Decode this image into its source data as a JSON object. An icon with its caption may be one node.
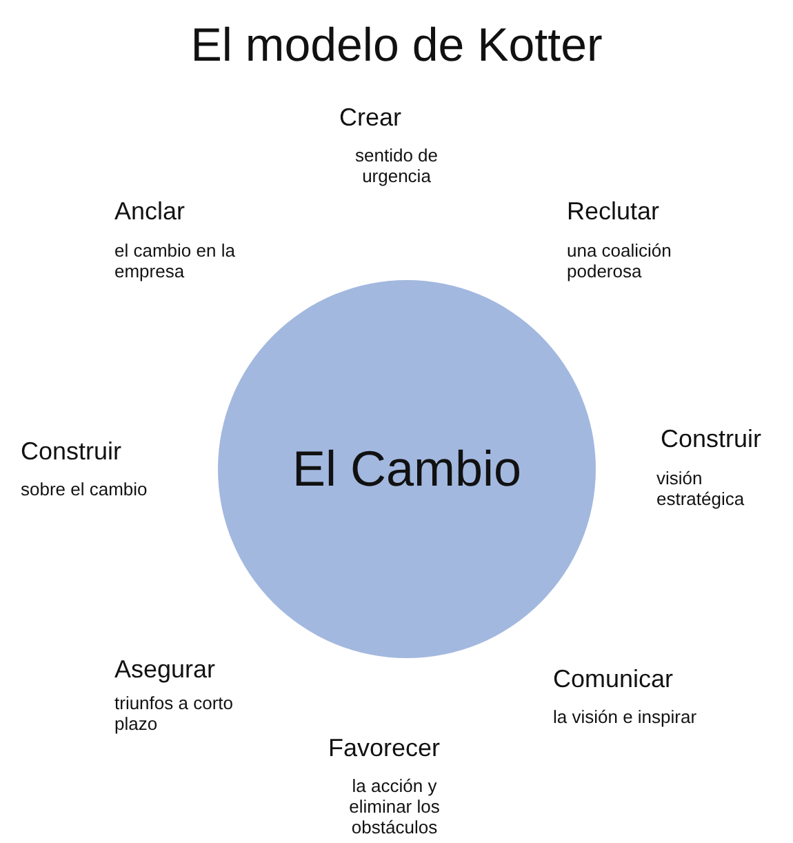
{
  "diagram": {
    "title": "El modelo de Kotter",
    "nodes": [
      {
        "text": [
          "El Cambio"
        ]
      }
    ],
    "labels": [
      "Crear",
      "sentido de urgencia",
      "Anclar",
      "el cambio en la empresa",
      "Reclutar",
      "una coalición poderosa",
      "Construir",
      "sobre el cambio",
      "Construir",
      "visión estratégica",
      "Asegurar",
      "triunfos a corto plazo",
      "Comunicar",
      "la visión e inspirar",
      "Favorecer",
      "la acción y eliminar los obstáculos"
    ]
  }
}
